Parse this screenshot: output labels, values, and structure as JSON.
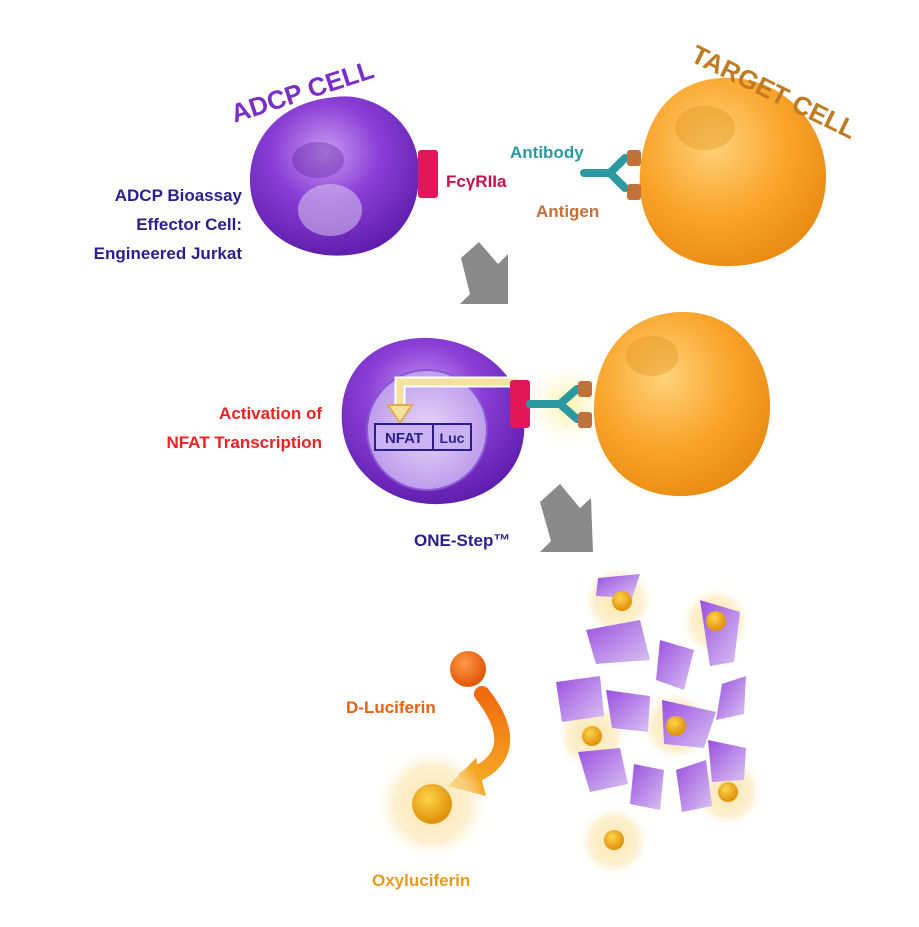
{
  "labels": {
    "adcp_cell": "ADCP CELL",
    "target_cell": "TARGET CELL",
    "effector_line1": "ADCP Bioassay",
    "effector_line2": "Effector Cell:",
    "effector_line3": "Engineered Jurkat",
    "receptor": "FcγRIIa",
    "antibody": "Antibody",
    "antigen": "Antigen",
    "activation_line1": "Activation of",
    "activation_line2": "NFAT Transcription",
    "nfat": "NFAT",
    "luc": "Luc",
    "one_step": "ONE-Step™",
    "d_luciferin": "D-Luciferin",
    "oxyluciferin": "Oxyluciferin"
  },
  "colors": {
    "adcp_purple": "#7a2fc4",
    "label_navy": "#2a1f8c",
    "receptor_magenta": "#e0185a",
    "antibody_teal": "#2a9aa0",
    "antigen_brown": "#c0703a",
    "target_orange": "#f5a623",
    "target_label": "#c07a22",
    "activation_red": "#ee2222",
    "arrow_grey": "#8a8a8a",
    "luciferin_orange": "#e8620f",
    "oxyluciferin_gold": "#e89a1c"
  }
}
